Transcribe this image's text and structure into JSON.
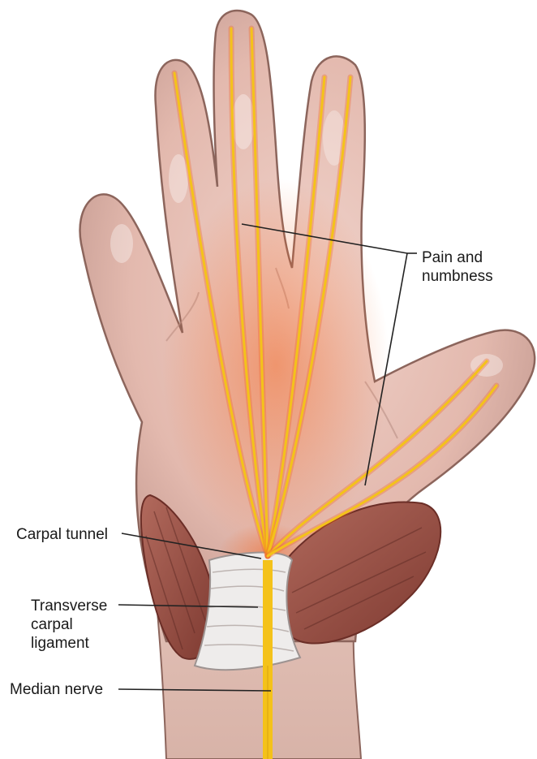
{
  "labels": {
    "pain": {
      "line1": "Pain and",
      "line2": "numbness"
    },
    "carpal_tunnel": "Carpal tunnel",
    "ligament": {
      "line1": "Transverse",
      "line2": "carpal",
      "line3": "ligament"
    },
    "median_nerve": "Median nerve"
  },
  "colors": {
    "skin": "#e7c1b7",
    "skin_shadow": "#b98f86",
    "nerve": "#f4c21a",
    "nerve_glow": "#f26a2a",
    "muscle": "#9a4f44",
    "ligament": "#eeeceb",
    "leader_line": "#222222"
  }
}
